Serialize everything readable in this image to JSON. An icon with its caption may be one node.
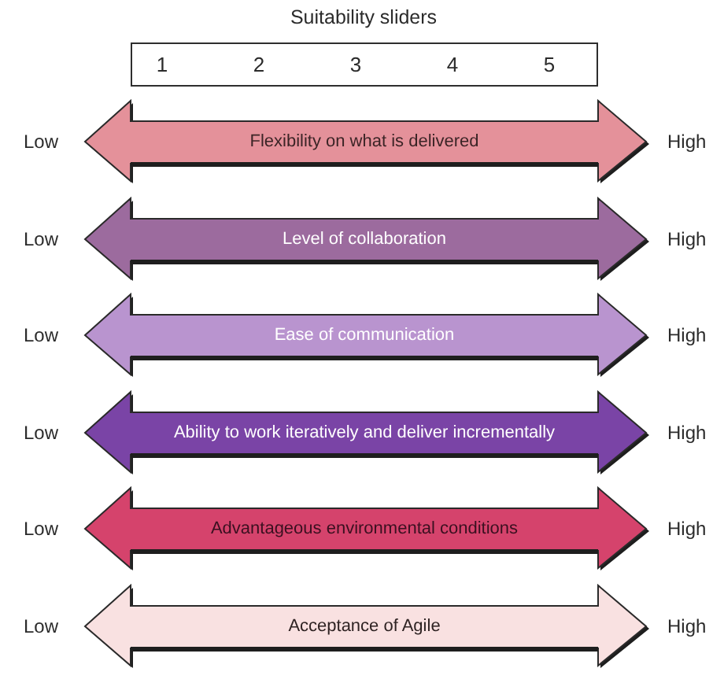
{
  "diagram": {
    "title": "Suitability sliders",
    "nodes": [
      {
        "text": [
          "1",
          "2",
          "3",
          "4",
          "5"
        ]
      },
      {
        "text": [
          "Flexibility on what is delivered"
        ],
        "beside": [
          "Low",
          "High"
        ]
      },
      {
        "text": [
          "Level of collaboration"
        ],
        "beside": [
          "Low",
          "High"
        ]
      },
      {
        "text": [
          "Ease of communication"
        ],
        "beside": [
          "Low",
          "High"
        ]
      },
      {
        "text": [
          "Ability to work iteratively and deliver incrementally"
        ],
        "beside": [
          "Low",
          "High"
        ]
      },
      {
        "text": [
          "Advantageous environmental conditions"
        ],
        "beside": [
          "Low",
          "High"
        ]
      },
      {
        "text": [
          "Acceptance of Agile"
        ],
        "beside": [
          "Low",
          "High"
        ]
      }
    ]
  }
}
